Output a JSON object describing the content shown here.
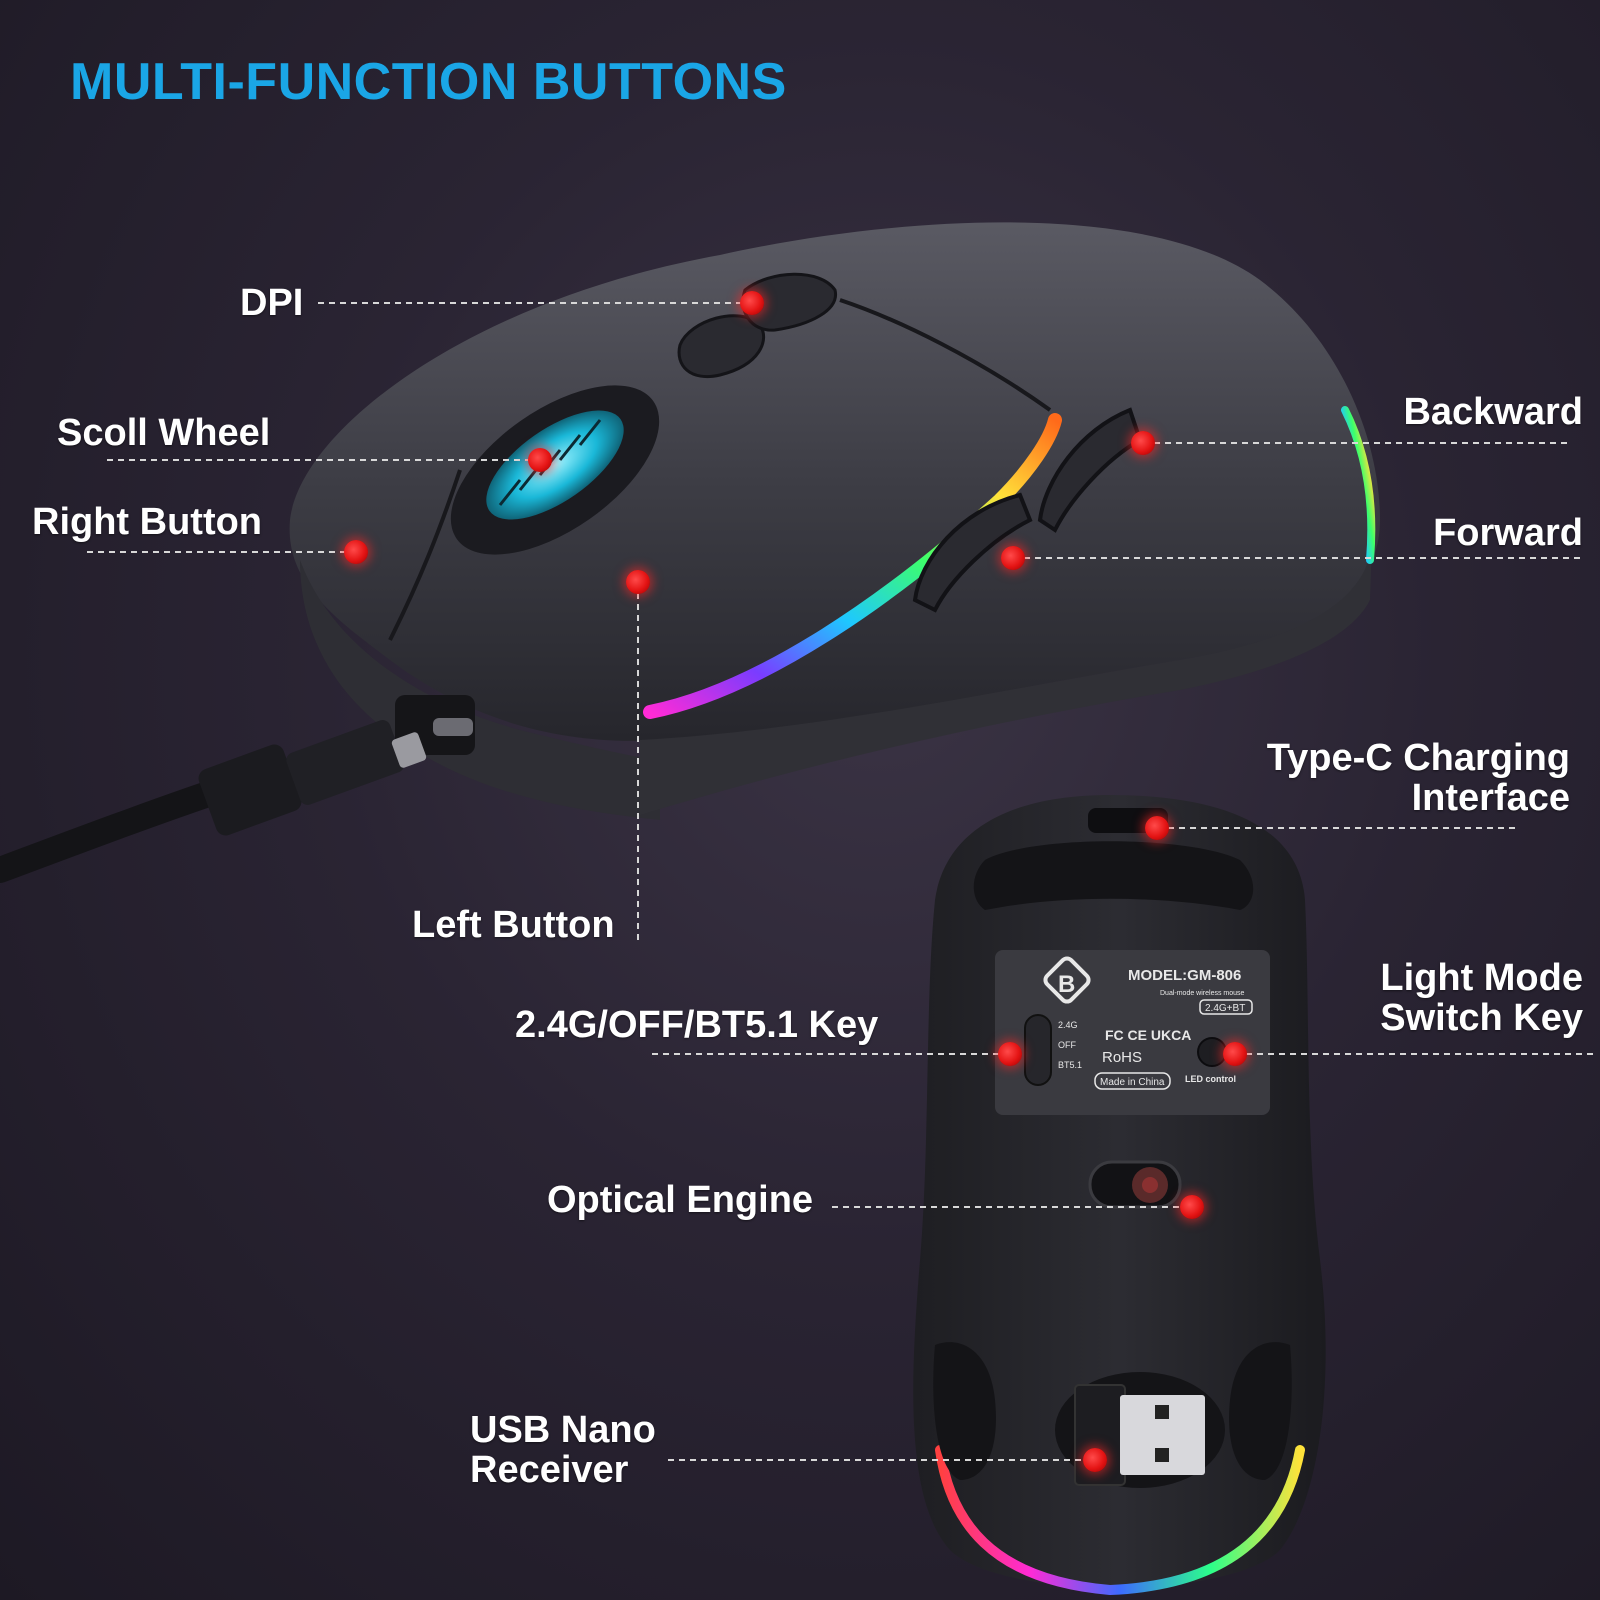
{
  "title": "MULTI-FUNCTION BUTTONS",
  "labels": {
    "dpi": "DPI",
    "scroll_wheel": "Scoll Wheel",
    "right_button": "Right Button",
    "left_button": "Left Button",
    "backward": "Backward",
    "forward": "Forward",
    "type_c_line1": "Type-C Charging",
    "type_c_line2": "Interface",
    "light_mode_line1": "Light Mode",
    "light_mode_line2": "Switch Key",
    "mode_key": "2.4G/OFF/BT5.1 Key",
    "optical_engine": "Optical Engine",
    "usb_line1": "USB Nano",
    "usb_line2": "Receiver"
  },
  "bottom_plate": {
    "model": "MODEL:GM-806",
    "subtitle": "Dual-mode wireless mouse",
    "badge": "2.4G+BT",
    "switch_positions": [
      "2.4G",
      "OFF",
      "BT5.1"
    ],
    "certifications": "FC CE UKCA",
    "rohs": "RoHS",
    "made_in": "Made in China",
    "led_control": "LED control"
  },
  "colors": {
    "title": "#1aa6e6",
    "marker": "#e41414",
    "label": "#ffffff"
  }
}
